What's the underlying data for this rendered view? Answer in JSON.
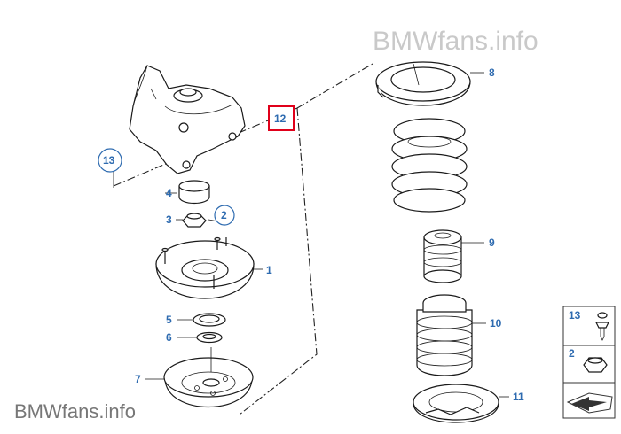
{
  "watermark": {
    "text": "BMWfans.info"
  },
  "labels": {
    "p1": "1",
    "p2": "2",
    "p3": "3",
    "p4": "4",
    "p5": "5",
    "p6": "6",
    "p7": "7",
    "p8": "8",
    "p9": "9",
    "p10": "10",
    "p11": "11",
    "p12": "12",
    "p13": "13"
  },
  "legend": {
    "l13": "13",
    "l2": "2"
  },
  "colors": {
    "label": "#2e6bb0",
    "highlight": "#e0001a",
    "watermark_top": "#c9c9c9",
    "watermark_bottom": "#777777"
  }
}
